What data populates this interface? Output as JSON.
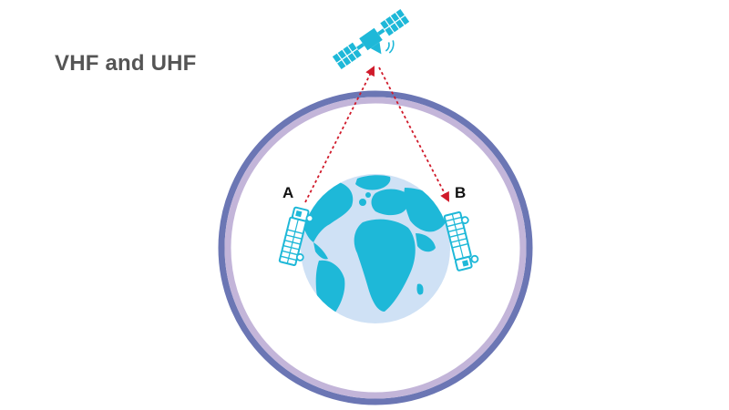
{
  "title": "VHF and UHF",
  "stations": {
    "a_label": "A",
    "b_label": "B"
  },
  "icons": {
    "satellite": "satellite-icon",
    "globe": "globe-icon",
    "truck": "radio-truck-icon"
  },
  "colors": {
    "title": "#555555",
    "ring_outer": "#6b76b4",
    "ring_inner": "#c3b5d9",
    "ocean": "#cfe1f5",
    "land": "#1eb8d8",
    "satellite": "#1eb8d8",
    "signal": "#d01a2a"
  }
}
